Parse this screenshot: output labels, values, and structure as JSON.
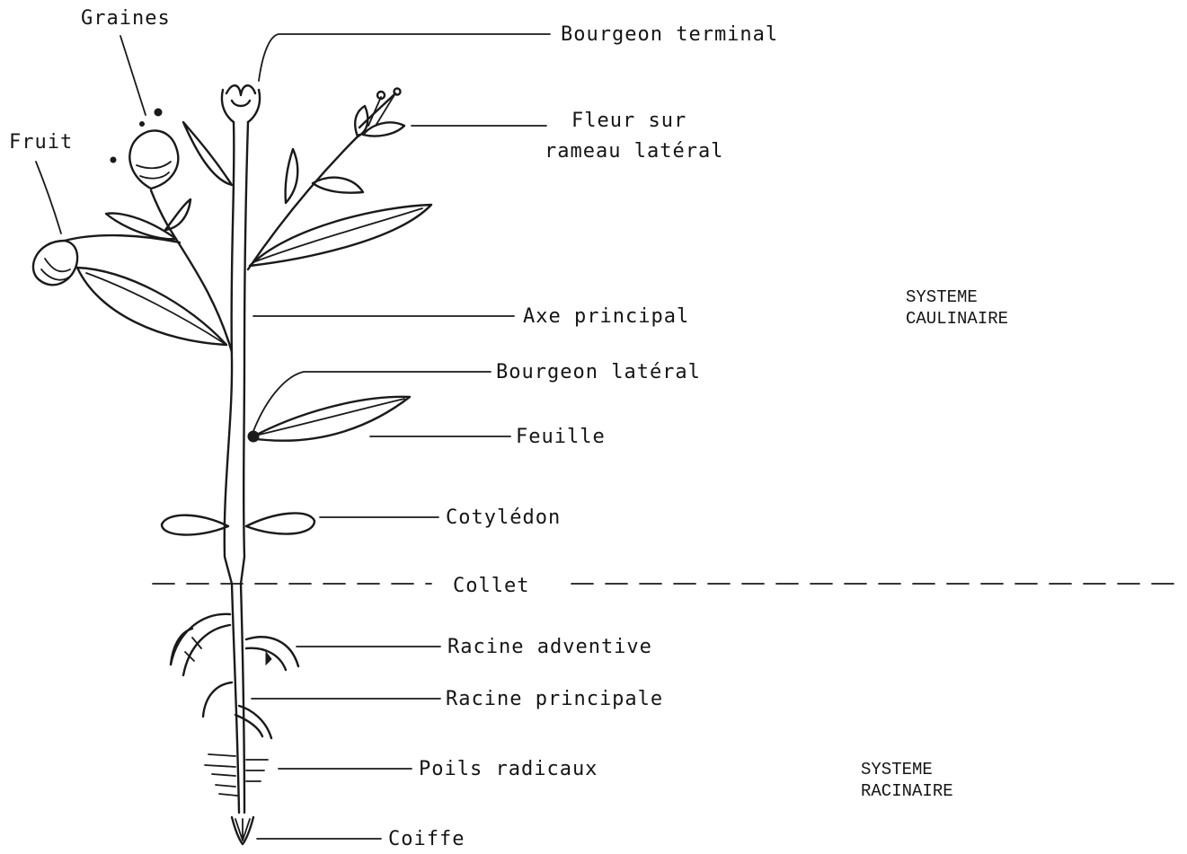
{
  "labels": {
    "graines": "Graines",
    "fruit": "Fruit",
    "bourgeon_terminal": "Bourgeon terminal",
    "fleur_line1": "Fleur sur",
    "fleur_line2": "rameau latéral",
    "axe_principal": "Axe principal",
    "bourgeon_lateral": "Bourgeon latéral",
    "feuille": "Feuille",
    "cotyledon": "Cotylédon",
    "collet": "Collet",
    "racine_adventive": "Racine adventive",
    "racine_principale": "Racine principale",
    "poils_radicaux": "Poils radicaux",
    "coiffe": "Coiffe"
  },
  "systems": {
    "caulinaire_line1": "SYSTEME",
    "caulinaire_line2": "CAULINAIRE",
    "racinaire_line1": "SYSTEME",
    "racinaire_line2": "RACINAIRE"
  },
  "colors": {
    "ink": "#1a1a1a",
    "paper": "#ffffff"
  }
}
